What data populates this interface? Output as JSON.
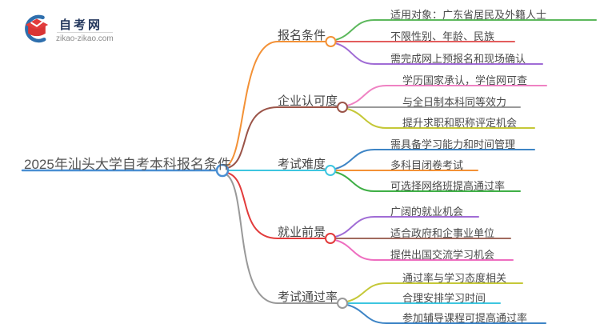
{
  "logo": {
    "title": "自考网",
    "domain": "zikao-zikao.com"
  },
  "root": {
    "label": "2025年汕头大学自考本科报名条件",
    "color": "#4a8fd3"
  },
  "branches": [
    {
      "label": "报名条件",
      "color": "#f39136",
      "children": [
        {
          "label": "适用对象：广东省居民及外籍人士",
          "color": "#5cb85c"
        },
        {
          "label": "不限性别、年龄、民族",
          "color": "#e35d5d"
        },
        {
          "label": "需完成网上预报名和现场确认",
          "color": "#a06cd5"
        }
      ]
    },
    {
      "label": "企业认可度",
      "color": "#9b5448",
      "children": [
        {
          "label": "学历国家承认，学信网可查",
          "color": "#ef82c3"
        },
        {
          "label": "与全日制本科同等效力",
          "color": "#9a9a9a"
        },
        {
          "label": "提升求职和职称评定机会",
          "color": "#c5c838"
        }
      ]
    },
    {
      "label": "考试难度",
      "color": "#3ec6e0",
      "children": [
        {
          "label": "需具备学习能力和时间管理",
          "color": "#3e85c6"
        },
        {
          "label": "多科目闭卷考试",
          "color": "#f39136"
        },
        {
          "label": "可选择网络班提高通过率",
          "color": "#3faf46"
        }
      ]
    },
    {
      "label": "就业前景",
      "color": "#e23b3b",
      "children": [
        {
          "label": "广阔的就业机会",
          "color": "#a06cd5"
        },
        {
          "label": "适合政府和企事业单位",
          "color": "#a16a5e"
        },
        {
          "label": "提供出国交流学习机会",
          "color": "#ee6ec0"
        }
      ]
    },
    {
      "label": "考试通过率",
      "color": "#999999",
      "children": [
        {
          "label": "通过率与学习态度相关",
          "color": "#c5c838"
        },
        {
          "label": "合理安排学习时间",
          "color": "#3ec6e0"
        },
        {
          "label": "参加辅导课程可提高通过率",
          "color": "#3e85c6"
        }
      ]
    }
  ]
}
